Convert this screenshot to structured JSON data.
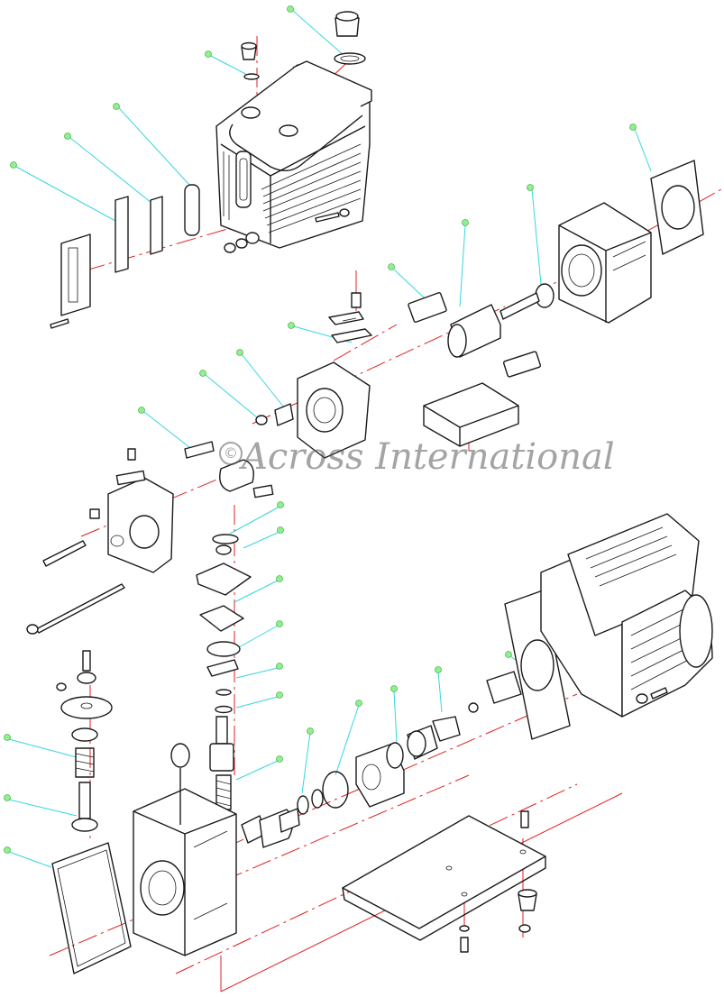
{
  "watermark": {
    "symbol": "©",
    "text": "Across International"
  },
  "colors": {
    "ink": "#1a1a1a",
    "leader": "#35d6e0",
    "centerline": "#e02020",
    "callout_fill": "#8ff08f",
    "callout_stroke": "#2a9a2a"
  },
  "callouts": [
    "callout-top-cap",
    "callout-top-oring",
    "callout-valve-plate",
    "callout-gasket-a",
    "callout-gasket-b",
    "callout-sight-glass-cover",
    "callout-gearbox-flange",
    "callout-drive-key",
    "callout-vane-set",
    "callout-screw",
    "callout-spring",
    "callout-pump-head",
    "callout-valve-1",
    "callout-valve-2",
    "callout-valve-3",
    "callout-valve-4",
    "callout-valve-5",
    "callout-valve-6",
    "callout-valve-7",
    "callout-motor-plate",
    "callout-coupling",
    "callout-seal",
    "callout-oring-a",
    "callout-oring-b",
    "callout-spring-b",
    "callout-valve-body",
    "callout-frame-gasket"
  ]
}
